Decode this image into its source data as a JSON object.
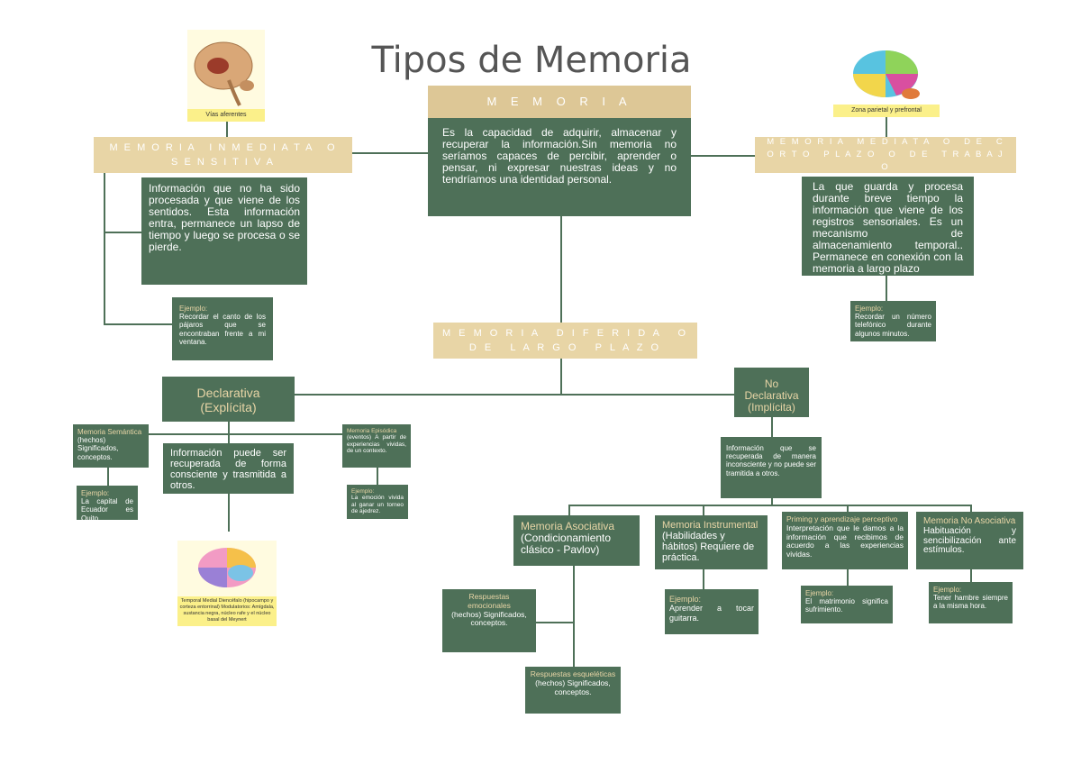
{
  "title": "Tipos de Memoria",
  "memoria": {
    "heading": "M E M O R I A",
    "text": "Es la capacidad de adquirir, almacenar y recuperar la información.Sin memoria no seríamos capaces de percibir, aprender o pensar, ni expresar nuestras ideas y no tendríamos una identidad personal."
  },
  "inmediata": {
    "heading": "M E M O R I A   I N M E D I A T A   O   S E N S I T I V A",
    "text": "Información que no ha sido procesada y que viene de los sentidos. Esta información entra, permanece un lapso de tiempo y luego se procesa o se pierde.",
    "ejemplo_label": "Ejemplo:",
    "ejemplo": "Recordar el canto de los pájaros que se encontraban frente a mi ventana.",
    "image_caption": "Vías aferentes"
  },
  "mediata": {
    "heading": "M E M O R I A   M E D I A T A   O   D E   C O R T O   P L A Z O   O   D E   T R A B A J O",
    "text": "La que guarda y procesa durante breve tiempo la información que viene de los registros sensoriales. Es un mecanismo de almacenamiento temporal.. Permanece en conexión con la memoria a largo plazo",
    "ejemplo_label": "Ejemplo:",
    "ejemplo": "Recordar un número telefónico durante algunos minutos.",
    "image_caption": "Zona parietal y prefrontal"
  },
  "diferida": {
    "heading": "M E M O R I A   D I F E R I D A   O   D E   L A R G O   P L A Z O"
  },
  "declarativa": {
    "heading": "Declarativa (Explícita)",
    "text": "Información puede ser recuperada de forma consciente y trasmitida a otros.",
    "semantica_label": "Memoria Semántica",
    "semantica": "(hechos) Significados, conceptos.",
    "semantica_ejemplo_label": "Ejemplo:",
    "semantica_ejemplo": "La capital de Ecuador es Quito.",
    "episodica_label": "Memoria Episódica",
    "episodica": "(eventos) A partir de experiencias vividas, de un contexto.",
    "episodica_ejemplo_label": "Ejemplo:",
    "episodica_ejemplo": "La emoción vivida al ganar un torneo de ajedrez.",
    "image_caption": "Temporal Medial Diencéfalo (hipocampo y corteza entorrinal) Modulatorios: Amígdala, sustancia negra, núcleo rafe y el núcleo basal del Meynert"
  },
  "no_declarativa": {
    "heading": "No Declarativa (Implícita)",
    "text": "Información que se recuperada de manera inconsciente y no puede ser tramitida a otros."
  },
  "asociativa": {
    "heading": "Memoria Asociativa",
    "text": "(Condicionamiento clásico - Pavlov)",
    "emocionales_label": "Respuestas emocionales",
    "emocionales": "(hechos) Significados, conceptos.",
    "esqueleticas_label": "Respuestas esqueléticas",
    "esqueleticas": "(hechos) Significados, conceptos."
  },
  "instrumental": {
    "heading": "Memoria Instrumental",
    "text": "(Habilidades y hábitos) Requiere de práctica.",
    "ejemplo_label": "Ejemplo:",
    "ejemplo": "Aprender a tocar guitarra."
  },
  "priming": {
    "heading": "Priming y aprendizaje perceptivo",
    "text": "Interpretación que le damos a la información que recibimos de acuerdo a las experiencias vividas.",
    "ejemplo_label": "Ejemplo:",
    "ejemplo": "El matrimonio significa sufrimiento."
  },
  "no_asociativa": {
    "heading": "Memoria No Asociativa",
    "text": "Habituación y sencibilización ante estímulos.",
    "ejemplo_label": "Ejemplo:",
    "ejemplo": "Tener hambre siempre a la misma hora."
  },
  "colors": {
    "green": "#4e7058",
    "tan": "#e8d5a6",
    "title": "#555555"
  }
}
